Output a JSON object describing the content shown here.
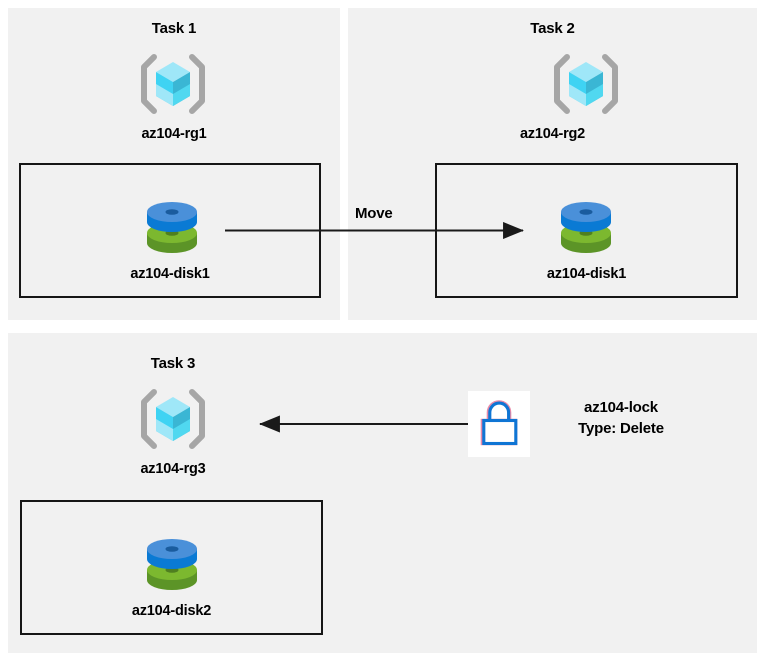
{
  "diagram": {
    "title_implicit": "AZ-104 Resource Group Tasks Diagram",
    "background_color": "#ffffff",
    "panel_color": "#f1f1f1",
    "box_border_color": "#161616"
  },
  "palette": {
    "rg_cube_top": "#9fe7f8",
    "rg_cube_left": "#3fd3f3",
    "rg_cube_right": "#3ab6d4",
    "rg_cube_bottom_left": "#9fe7f8",
    "rg_cube_bottom_right": "#50d8f0",
    "rg_bracket": "#a6a6a6",
    "disk_blue_top": "#4a90d9",
    "disk_blue_side": "#0a7ad4",
    "disk_green_top": "#7cb82f",
    "disk_green_side": "#5c9427",
    "disk_hole": "#1a5c9e",
    "disk_hole_green": "#4f7f20",
    "lock_outline": "#0f75d4",
    "lock_fringe": "#e98aa8",
    "lock_tile_bg": "#ffffff",
    "arrow_color": "#1a1a1a",
    "text_color": "#000000"
  },
  "panels": [
    {
      "id": "task1",
      "title": "Task 1"
    },
    {
      "id": "task2",
      "title": "Task 2"
    },
    {
      "id": "task3",
      "title": "Task 3"
    }
  ],
  "task1": {
    "title": "Task 1",
    "resource_group": {
      "name": "az104-rg1",
      "icon": "resource-group-icon"
    },
    "resource": {
      "name": "az104-disk1",
      "icon": "managed-disk-icon"
    }
  },
  "task2": {
    "title": "Task 2",
    "resource_group": {
      "name": "az104-rg2",
      "icon": "resource-group-icon"
    },
    "resource": {
      "name": "az104-disk1",
      "icon": "managed-disk-icon"
    }
  },
  "task3": {
    "title": "Task 3",
    "resource_group": {
      "name": "az104-rg3",
      "icon": "resource-group-icon"
    },
    "resource": {
      "name": "az104-disk2",
      "icon": "managed-disk-icon"
    },
    "lock": {
      "icon": "lock-icon",
      "name": "az104-lock",
      "type_label": "Type: Delete"
    }
  },
  "connectors": {
    "move": {
      "label": "Move",
      "direction": "right",
      "from": "az104-disk1",
      "to": "az104-rg2"
    },
    "lock_apply": {
      "label": "",
      "direction": "left",
      "from": "az104-lock",
      "to": "az104-rg3"
    }
  }
}
